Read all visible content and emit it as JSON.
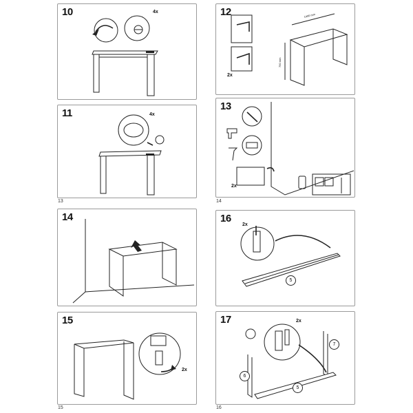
{
  "panels": [
    {
      "step": "10",
      "qty": "4x"
    },
    {
      "step": "11",
      "qty": "4x",
      "page": "13"
    },
    {
      "step": "12",
      "qty": "2x",
      "dim_width": "1400 mm",
      "dim_height": "750 mm"
    },
    {
      "step": "13",
      "qty": "2x",
      "page": "14"
    },
    {
      "step": "14"
    },
    {
      "step": "15",
      "qty": "2x",
      "page": "15"
    },
    {
      "step": "16",
      "qty": "2x",
      "part": "5"
    },
    {
      "step": "17",
      "qty": "2x",
      "parts": [
        "6",
        "7",
        "5"
      ],
      "page": "16"
    }
  ],
  "icons": [
    "screw-icon",
    "drill-icon",
    "hammer-icon",
    "arrow-icon",
    "dowel-icon",
    "wall-anchor-icon"
  ]
}
